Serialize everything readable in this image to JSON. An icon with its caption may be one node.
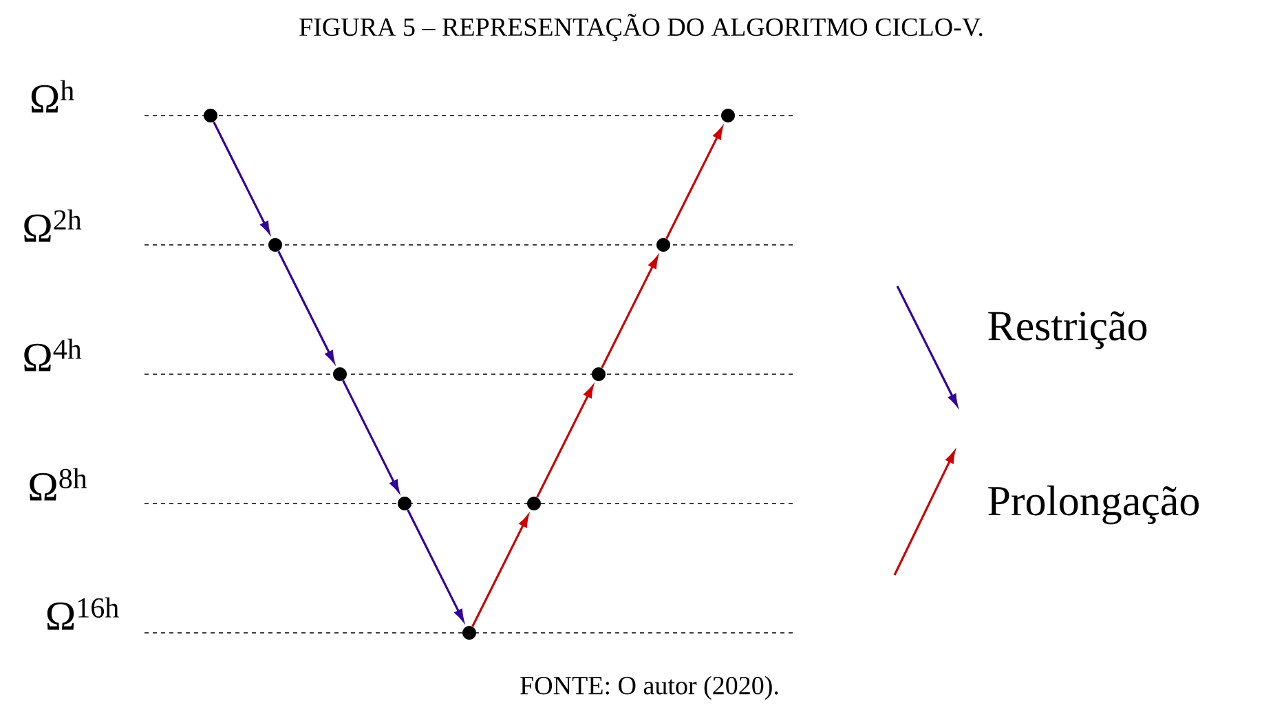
{
  "diagram": {
    "title": "FIGURA 5 – REPRESENTAÇÃO DO ALGORITMO CICLO-V.",
    "caption": "FONTE: O autor (2020).",
    "nodes": [
      {
        "text": [],
        "shape": "circle"
      },
      {
        "text": [],
        "shape": "circle"
      },
      {
        "text": [],
        "shape": "circle"
      },
      {
        "text": [],
        "shape": "circle"
      },
      {
        "text": [],
        "shape": "circle"
      },
      {
        "text": [],
        "shape": "circle"
      },
      {
        "text": [],
        "shape": "circle"
      },
      {
        "text": [],
        "shape": "circle"
      },
      {
        "text": [],
        "shape": "circle"
      }
    ],
    "edges": [
      {
        "from": 0,
        "to": 1,
        "arrow": "to",
        "color": "#330099"
      },
      {
        "from": 1,
        "to": 2,
        "arrow": "to",
        "color": "#330099"
      },
      {
        "from": 2,
        "to": 3,
        "arrow": "to",
        "color": "#330099"
      },
      {
        "from": 3,
        "to": 4,
        "arrow": "to",
        "color": "#330099"
      },
      {
        "from": 4,
        "to": 5,
        "arrow": "to",
        "color": "#cc0000"
      },
      {
        "from": 5,
        "to": 6,
        "arrow": "to",
        "color": "#cc0000"
      },
      {
        "from": 6,
        "to": 7,
        "arrow": "to",
        "color": "#cc0000"
      },
      {
        "from": 7,
        "to": 8,
        "arrow": "to",
        "color": "#cc0000"
      }
    ],
    "labels": [
      "Ω$^{h}$",
      "Ω$^{2h}$",
      "Ω$^{4h}$",
      "Ω$^{8h}$",
      "Ω$^{16h}$"
    ],
    "legend": [
      {
        "text": "Restrição",
        "color": "#330099"
      },
      {
        "text": "Prolongação",
        "color": "#cc0000"
      }
    ]
  }
}
